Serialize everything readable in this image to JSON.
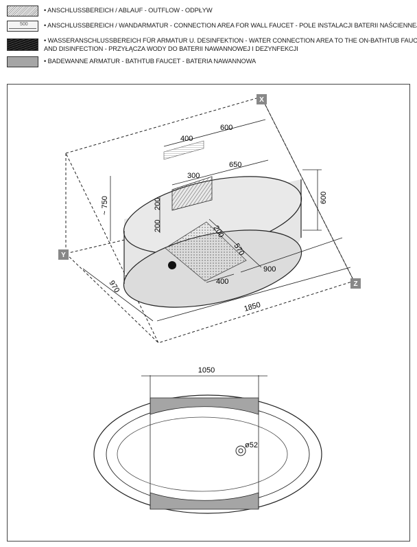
{
  "legend": [
    {
      "key": "outflow",
      "text_lines": [
        "• ANSCHLUSSBEREICH / ABLAUF - OUTFLOW - ODPŁYW"
      ]
    },
    {
      "key": "wall_faucet",
      "swatch_label": "500",
      "text_lines": [
        "• ANSCHLUSSBEREICH / WANDARMATUR - CONNECTION AREA FOR WALL FAUCET - POLE INSTALACJI BATERII NAŚCIENNEJ"
      ]
    },
    {
      "key": "water_connection",
      "text_lines": [
        "• WASSERANSCHLUSSBEREICH FÜR ARMATUR U. DESINFEKTION - WATER CONNECTION AREA TO THE ON-BATHTUB FAUCET",
        "AND DISINFECTION - PRZYŁĄCZA WODY DO BATERII NAWANNOWEJ I DEZYNFEKCJI"
      ]
    },
    {
      "key": "bathtub_faucet",
      "text_lines": [
        "• BADEWANNE ARMATUR  - BATHTUB FAUCET - BATERIA  NAWANNOWA"
      ]
    }
  ],
  "axes": {
    "x": "X",
    "y": "Y",
    "z": "Z"
  },
  "iso_dims": {
    "d400_top": "400",
    "d600_top": "600",
    "d300": "300",
    "d650": "650",
    "d750": "~ 750",
    "d200a": "200",
    "d200b": "200",
    "d600_side": "600",
    "d200_floor": "200",
    "d570": "570",
    "d400_floor": "400",
    "d900": "900",
    "d970": "970",
    "d1850": "1850"
  },
  "plan_dims": {
    "width": "1050",
    "drain": "ø52"
  },
  "colors": {
    "faucet_gray": "#a5a5a5",
    "ink": "#1a1a1a"
  }
}
